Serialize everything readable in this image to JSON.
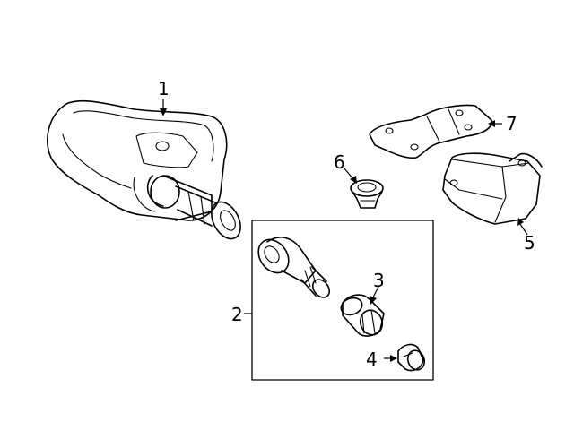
{
  "callouts": {
    "c1": "1",
    "c2": "2",
    "c3": "3",
    "c4": "4",
    "c5": "5",
    "c6": "6",
    "c7": "7"
  },
  "icons": [
    "tire-pressure-sensor-icon",
    "valve-stem-icon",
    "valve-cap-icon",
    "valve-core-cap-icon",
    "control-module-icon",
    "grommet-icon",
    "mounting-bracket-icon"
  ],
  "colors": {
    "line": "#000000",
    "background": "#ffffff"
  }
}
